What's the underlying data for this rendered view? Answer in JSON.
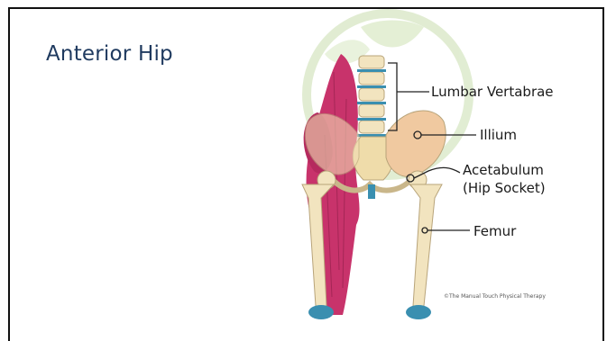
{
  "slide": {
    "title": "Anterior Hip"
  },
  "labels": {
    "lumbar": "Lumbar Vertabrae",
    "illium": "Illium",
    "acetabulum": "Acetabulum",
    "hip_socket": "(Hip Socket)",
    "femur": "Femur"
  },
  "credit": "©The Manual Touch Physical Therapy",
  "colors": {
    "title": "#1f3a5f",
    "muscle": "#c8336b",
    "bone": "#f2e4bf",
    "cartilage": "#3a8fb0",
    "logo_green": "#b8d49a"
  }
}
